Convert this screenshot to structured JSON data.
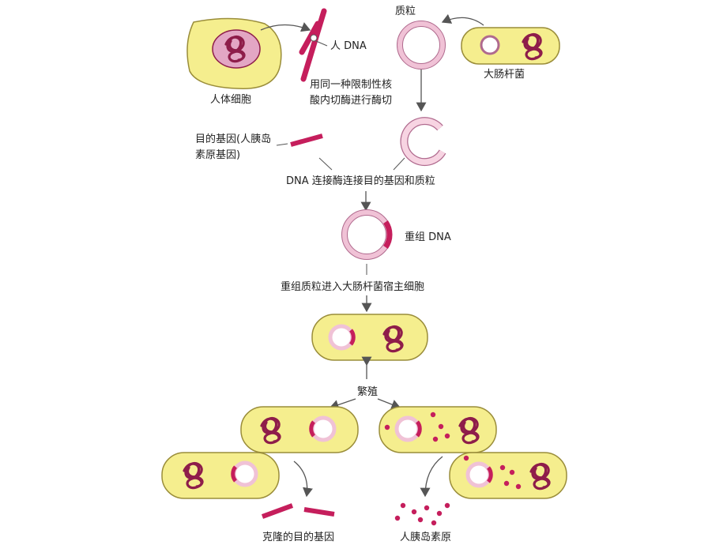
{
  "labels": {
    "human_cell": "人体细胞",
    "human_dna": "人 DNA",
    "plasmid": "质粒",
    "ecoli": "大肠杆菌",
    "restriction_line1": "用同一种限制性核",
    "restriction_line2": "酸内切酶进行酶切",
    "target_gene_line1": "目的基因(人胰岛",
    "target_gene_line2": "素原基因)",
    "ligase": "DNA 连接酶连接目的基因和质粒",
    "recombinant": "重组 DNA",
    "transform": "重组质粒进入大肠杆菌宿主细胞",
    "proliferate": "繁殖",
    "cloned_gene": "克隆的目的基因",
    "proinsulin": "人胰岛素原"
  },
  "colors": {
    "cell_fill": "#f5ee8e",
    "cell_stroke": "#9a8d3a",
    "plasmid_fill": "#f7d4e2",
    "dna_red": "#c51e5c",
    "dna_dark": "#8e1d4a",
    "arrow": "#555555"
  }
}
